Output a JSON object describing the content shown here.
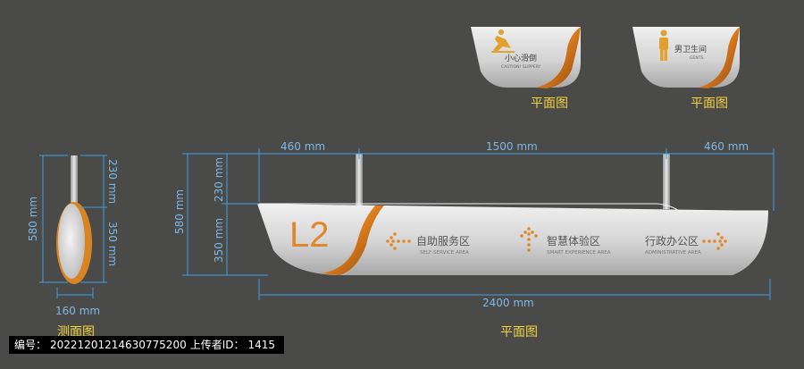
{
  "colors": {
    "background": "#4a4a49",
    "dimension_line": "#3aa0e8",
    "dimension_text": "#7fb8e6",
    "caption_text": "#f2d33b",
    "sign_body": "#d7d7d7",
    "accent_orange": "#e0872a",
    "label_text": "#555555"
  },
  "small_signs": [
    {
      "icon": "caution-slippery-icon",
      "zh": "小心滑倒",
      "en": "CAUTION! SLIPPERY",
      "caption": "平面图"
    },
    {
      "icon": "male-restroom-icon",
      "zh": "男卫生间",
      "en": "GENTS",
      "caption": "平面图"
    }
  ],
  "main_sign": {
    "floor_label": "L2",
    "caption": "平面图",
    "directions": [
      {
        "arrow": "arrow-left-icon",
        "zh": "自助服务区",
        "en": "SELF-SERVICE AREA"
      },
      {
        "arrow": "arrow-up-icon",
        "zh": "智慧体验区",
        "en": "SMART EXPERIENCE AREA"
      },
      {
        "arrow": "arrow-right-icon",
        "zh": "行政办公区",
        "en": "ADMINISTRATIVE AREA"
      }
    ],
    "dimensions": {
      "left_gap": "460 mm",
      "middle_span": "1500 mm",
      "right_gap": "460 mm",
      "total_width": "2400 mm",
      "pole_height": "230 mm",
      "body_height": "350 mm",
      "overall_height": "580 mm"
    }
  },
  "side_view": {
    "caption": "测面图",
    "dimensions": {
      "overall_height": "580 mm",
      "pole_height": "230 mm",
      "body_height": "350 mm",
      "width": "160 mm"
    }
  },
  "footer": {
    "id_label": "编号：",
    "id_value": "20221201214630775200",
    "uploader_label": "上传者ID：",
    "uploader_value": "1415"
  }
}
